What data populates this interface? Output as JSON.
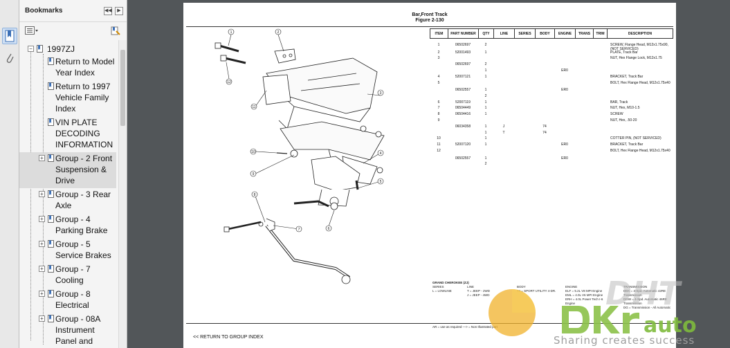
{
  "panel": {
    "title": "Bookmarks",
    "collapse_label": "◀◀",
    "expand_label": "▶"
  },
  "tree": {
    "root": {
      "label": "1997ZJ",
      "toggle": "−"
    },
    "items": [
      {
        "lines": [
          "Return to Model",
          "Year Index"
        ],
        "toggle": ""
      },
      {
        "lines": [
          "Return to 1997",
          "Vehicle Family",
          "Index"
        ],
        "toggle": ""
      },
      {
        "lines": [
          "VIN PLATE",
          "DECODING",
          "INFORMATION"
        ],
        "toggle": ""
      },
      {
        "lines": [
          "Group - 2 Front",
          "Suspension &",
          "Drive"
        ],
        "toggle": "+"
      },
      {
        "lines": [
          "Group - 3 Rear",
          "Axle"
        ],
        "toggle": "+"
      },
      {
        "lines": [
          "Group - 4",
          "Parking Brake"
        ],
        "toggle": "+"
      },
      {
        "lines": [
          "Group - 5",
          "Service Brakes"
        ],
        "toggle": "+"
      },
      {
        "lines": [
          "Group - 7",
          "Cooling"
        ],
        "toggle": "+"
      },
      {
        "lines": [
          "Group - 8",
          "Electrical"
        ],
        "toggle": "+"
      },
      {
        "lines": [
          "Group - 08A",
          "Instrument",
          "Panel and"
        ],
        "toggle": "+"
      }
    ]
  },
  "document": {
    "title": "Bar,Front Track",
    "figure": "Figure 2-130",
    "columns": [
      "ITEM",
      "PART NUMBER",
      "QTY",
      "LINE",
      "SERIES",
      "BODY",
      "ENGINE",
      "TRANS",
      "TRIM",
      "DESCRIPTION"
    ],
    "rows": [
      {
        "item": "1",
        "part": "06502697",
        "qty": "2",
        "line": "",
        "body": "",
        "engine": "",
        "desc": "SCREW, Flange Head, M12x1.75x90, (NOT SERVICED)"
      },
      {
        "item": "2",
        "part": "52001493",
        "qty": "1",
        "line": "",
        "body": "",
        "engine": "",
        "desc": "PLATE, Track Bar"
      },
      {
        "item": "3",
        "part": "",
        "qty": "",
        "line": "",
        "body": "",
        "engine": "",
        "desc": "NUT, Hex Flange Lock, M12x1.75"
      },
      {
        "item": "",
        "part": "06502697",
        "qty": "2",
        "line": "",
        "body": "",
        "engine": "",
        "desc": ""
      },
      {
        "item": "",
        "part": "",
        "qty": "1",
        "line": "",
        "body": "",
        "engine": "ER0",
        "desc": ""
      },
      {
        "item": "4",
        "part": "52007121",
        "qty": "1",
        "line": "",
        "body": "",
        "engine": "",
        "desc": "BRACKET, Track Bar"
      },
      {
        "item": "5",
        "part": "",
        "qty": "",
        "line": "",
        "body": "",
        "engine": "",
        "desc": "BOLT, Hex Flange Head, M12x1.75x40"
      },
      {
        "item": "",
        "part": "06502557",
        "qty": "1",
        "line": "",
        "body": "",
        "engine": "ER0",
        "desc": ""
      },
      {
        "item": "",
        "part": "",
        "qty": "2",
        "line": "",
        "body": "",
        "engine": "",
        "desc": ""
      },
      {
        "item": "6",
        "part": "52007119",
        "qty": "1",
        "line": "",
        "body": "",
        "engine": "",
        "desc": "BAR, Track"
      },
      {
        "item": "7",
        "part": "06504449",
        "qty": "1",
        "line": "",
        "body": "",
        "engine": "",
        "desc": "NUT, Hex, M10-1.5"
      },
      {
        "item": "8",
        "part": "06504416",
        "qty": "1",
        "line": "",
        "body": "",
        "engine": "",
        "desc": "SCREW"
      },
      {
        "item": "9",
        "part": "",
        "qty": "",
        "line": "",
        "body": "",
        "engine": "",
        "desc": "NUT, Hex, .50-20"
      },
      {
        "item": "",
        "part": "06034358",
        "qty": "1",
        "line": "J",
        "body": "74",
        "engine": "",
        "desc": ""
      },
      {
        "item": "",
        "part": "",
        "qty": "1",
        "line": "T",
        "body": "74",
        "engine": "",
        "desc": ""
      },
      {
        "item": "10",
        "part": "",
        "qty": "1",
        "line": "",
        "body": "",
        "engine": "",
        "desc": "COTTER PIN, (NOT SERVICED)"
      },
      {
        "item": "11",
        "part": "52007120",
        "qty": "1",
        "line": "",
        "body": "",
        "engine": "ER0",
        "desc": "BRACKET, Track Bar"
      },
      {
        "item": "12",
        "part": "",
        "qty": "",
        "line": "",
        "body": "",
        "engine": "",
        "desc": "BOLT, Hex Flange Head, M12x1.75x40"
      },
      {
        "item": "",
        "part": "06502557",
        "qty": "1",
        "line": "",
        "body": "",
        "engine": "ER0",
        "desc": ""
      },
      {
        "item": "",
        "part": "",
        "qty": "2",
        "line": "",
        "body": "",
        "engine": "",
        "desc": ""
      }
    ],
    "legend": {
      "model": "GRAND CHEROKEE (ZJ)",
      "series_head": "SERIES",
      "series_val": "L = LOWLINE",
      "line_head": "LINE",
      "line_vals": [
        "T = JEEP - 2WD",
        "J = JEEP - 4WD"
      ],
      "body_head": "BODY",
      "body_val": "74 = SPORT UTILITY 4-DR.",
      "engine_head": "ENGINE",
      "engine_vals": [
        "ELF = 5.2L V8 MPI Engine",
        "EML = 4.0L V6 MPI Engine",
        "ERH = 4.0L Power Tech I-6",
        "Engine"
      ],
      "trans_head": "TRANSMISSION",
      "trans_vals": [
        "DEK = 4-Spd. Automatic 42RE",
        "Transmission",
        "DGW = 4-Spd. Automatic 46RE",
        "Transmission",
        "DG = Transmission - All Automatic"
      ]
    },
    "footnote": "AR = use as required  —> = Non Illustrated part",
    "return_link": "<< RETURN TO GROUP INDEX"
  },
  "watermark": {
    "slogan": "Sharing creates success"
  }
}
